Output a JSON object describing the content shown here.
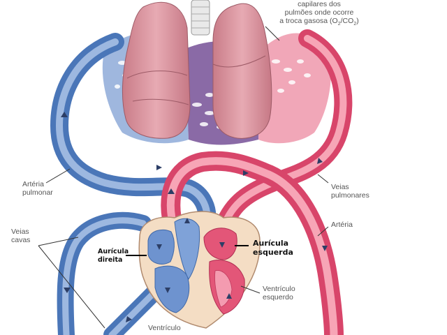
{
  "labels": {
    "capilares_line1": "capilares dos",
    "capilares_line2": "pulmões onde ocorre",
    "capilares_line3": "a troca gasosa (O",
    "capilares_sub1": "2",
    "capilares_mid": "/CO",
    "capilares_sub2": "2",
    "capilares_end": ")",
    "arteria_pulmonar_1": "Artéria",
    "arteria_pulmonar_2": "pulmonar",
    "veias_pulmonares_1": "Veias",
    "veias_pulmonares_2": "pulmonares",
    "arteria": "Artéria",
    "veias_cavas_1": "Veias",
    "veias_cavas_2": "cavas",
    "auricula_direita_1": "Aurícula",
    "auricula_direita_2": "direita",
    "auricula_esquerda_1": "Aurícula",
    "auricula_esquerda_2": "esquerda",
    "ventriculo_esquerdo_1": "Ventrículo",
    "ventriculo_esquerdo_2": "esquerdo",
    "ventriculo_direito_1": "Ventrículo"
  },
  "colors": {
    "venous_blue": "#5b86c4",
    "venous_blue_light": "#9db8e0",
    "arterial_red": "#e04e6e",
    "arterial_red_light": "#f39aae",
    "lung_pink": "#d48e98",
    "capillary_purple": "#8a6aa6",
    "heart_wall": "#f4ddc4"
  }
}
